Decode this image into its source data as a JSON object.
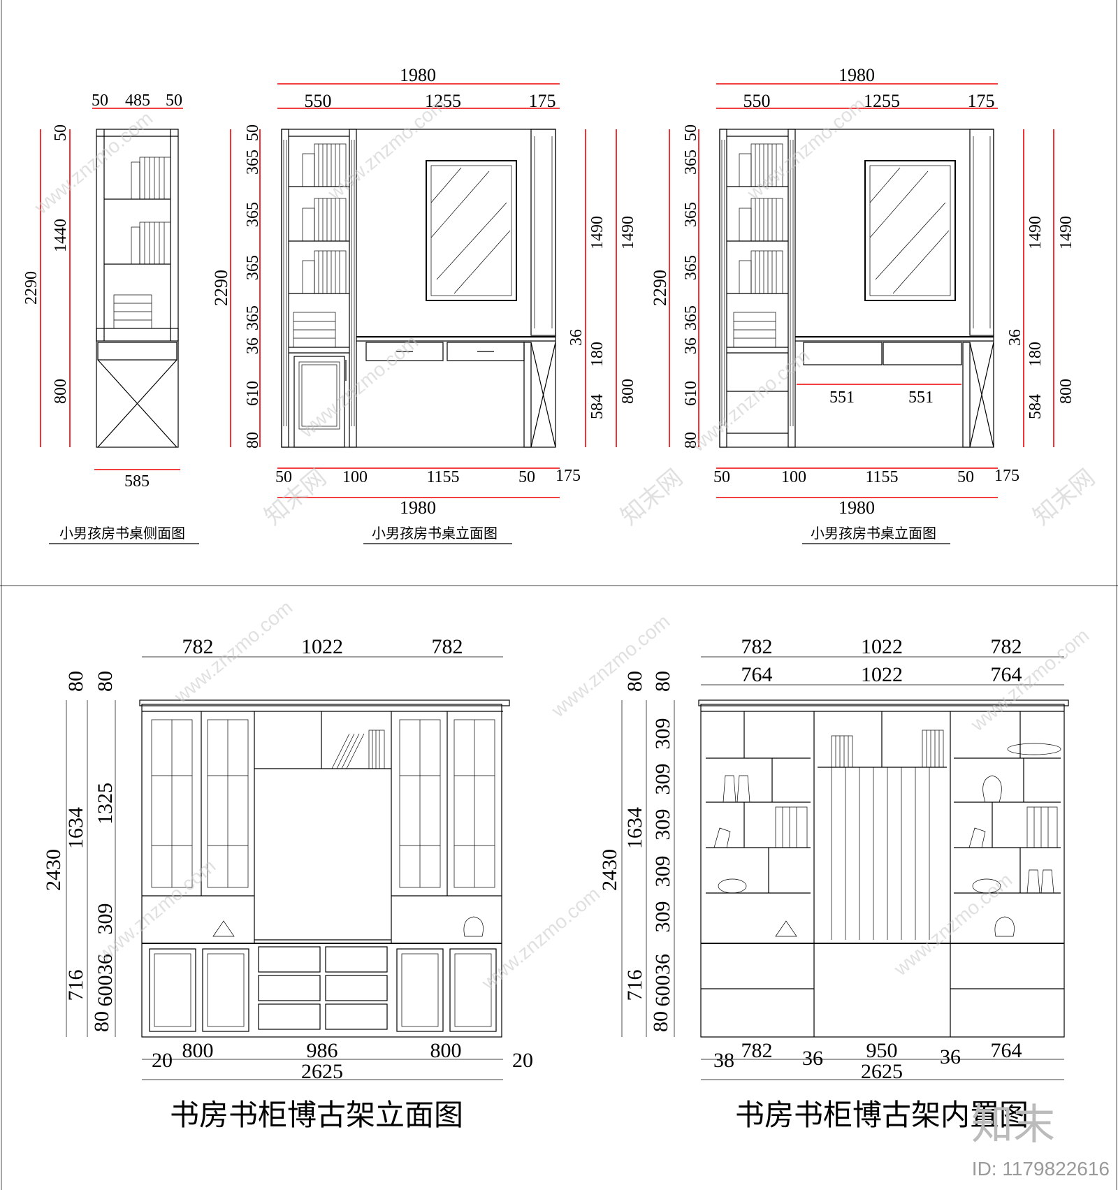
{
  "titles": {
    "side": "小男孩房书桌侧面图",
    "front1": "小男孩房书桌立面图",
    "front2": "小男孩房书桌立面图",
    "cab1": "书房书柜博古架立面图",
    "cab2": "书房书柜博古架内置图"
  },
  "watermark": {
    "site": "www.znzmo.com",
    "brand": "知末网",
    "logo": "知末",
    "id": "ID: 1179822616"
  },
  "side": {
    "top": [
      "50",
      "485",
      "50"
    ],
    "left_total": "2290",
    "left_parts": [
      "50",
      "1440",
      "800"
    ],
    "bottom": "585"
  },
  "front1": {
    "top_total": "1980",
    "top_parts": [
      "550",
      "1255",
      "175"
    ],
    "left_total": "2290",
    "left_parts": [
      "50",
      "365",
      "365",
      "365",
      "365",
      "36",
      "610",
      "80"
    ],
    "right_a": [
      "1490",
      "36",
      "584"
    ],
    "right_b": [
      "1490",
      "180",
      "800"
    ],
    "bottom_parts": [
      "50",
      "100",
      "1155",
      "50",
      "175"
    ],
    "bottom_total": "1980"
  },
  "front2": {
    "top_total": "1980",
    "top_parts": [
      "550",
      "1255",
      "175"
    ],
    "left_total": "2290",
    "left_parts": [
      "50",
      "365",
      "365",
      "365",
      "365",
      "36",
      "610",
      "80"
    ],
    "right_a": [
      "1490",
      "36",
      "584"
    ],
    "right_b": [
      "1490",
      "180",
      "800"
    ],
    "inner": [
      "551",
      "551"
    ],
    "bottom_parts": [
      "50",
      "100",
      "1155",
      "50",
      "175"
    ],
    "bottom_total": "1980"
  },
  "cab1": {
    "top": [
      "782",
      "1022",
      "782"
    ],
    "left_total": "2430",
    "left_a": [
      "80",
      "1634",
      "716",
      "80"
    ],
    "left_b": [
      "80",
      "1325",
      "309",
      "36",
      "600"
    ],
    "bottom": [
      "20",
      "800",
      "986",
      "800",
      "20"
    ],
    "bottom_total": "2625"
  },
  "cab2": {
    "top1": [
      "782",
      "1022",
      "782"
    ],
    "top2": [
      "764",
      "1022",
      "764"
    ],
    "left_total": "2430",
    "left_a": [
      "80",
      "1634",
      "716",
      "80"
    ],
    "left_b": [
      "80",
      "309",
      "309",
      "309",
      "309",
      "309",
      "36",
      "600"
    ],
    "bottom": [
      "38",
      "782",
      "36",
      "950",
      "36",
      "764"
    ],
    "bottom_total": "2625"
  }
}
